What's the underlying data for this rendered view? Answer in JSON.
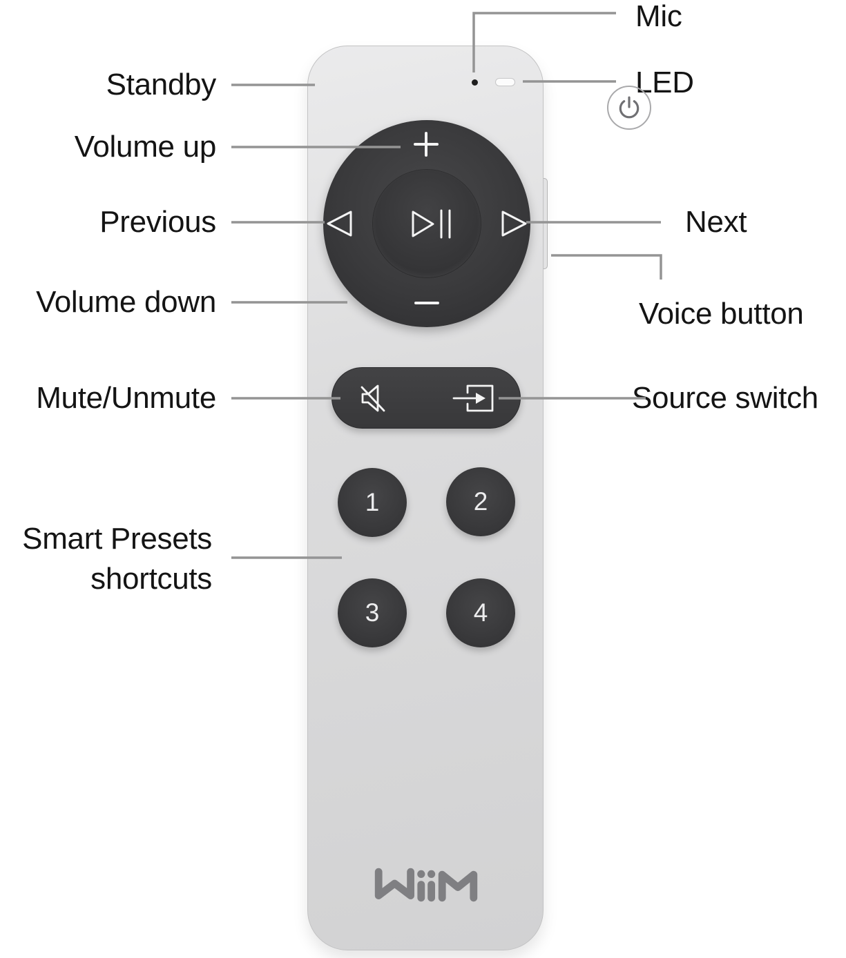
{
  "title": "WiiM remote control callout diagram",
  "labels": {
    "mic": "Mic",
    "led": "LED",
    "standby": "Standby",
    "volume_up": "Volume up",
    "previous": "Previous",
    "next": "Next",
    "volume_down": "Volume down",
    "voice_button": "Voice button",
    "mute_unmute": "Mute/Unmute",
    "source_switch": "Source switch",
    "smart_presets_line1": "Smart Presets",
    "smart_presets_line2": "shortcuts"
  },
  "remote": {
    "brand": "WiiM",
    "presets": [
      "1",
      "2",
      "3",
      "4"
    ],
    "glyphs": {
      "volume_up": "+",
      "volume_down": "−"
    },
    "icons": {
      "standby": "power-icon",
      "mic": "mic-hole-dot",
      "led": "led-status-window",
      "previous": "left-triangle-icon",
      "next": "right-triangle-icon",
      "play_pause": "play-pause-icon",
      "mute": "muted-speaker-icon",
      "source": "arrow-into-box-icon",
      "voice": "side-voice-key"
    }
  },
  "colors": {
    "background": "#ffffff",
    "remote_body": "#d9d9da",
    "button_dark": "#3a3a3c",
    "leader_line": "#949494",
    "label_text": "#141414",
    "logo_gray": "#7f7f82",
    "led_white": "#fcfcfc"
  }
}
